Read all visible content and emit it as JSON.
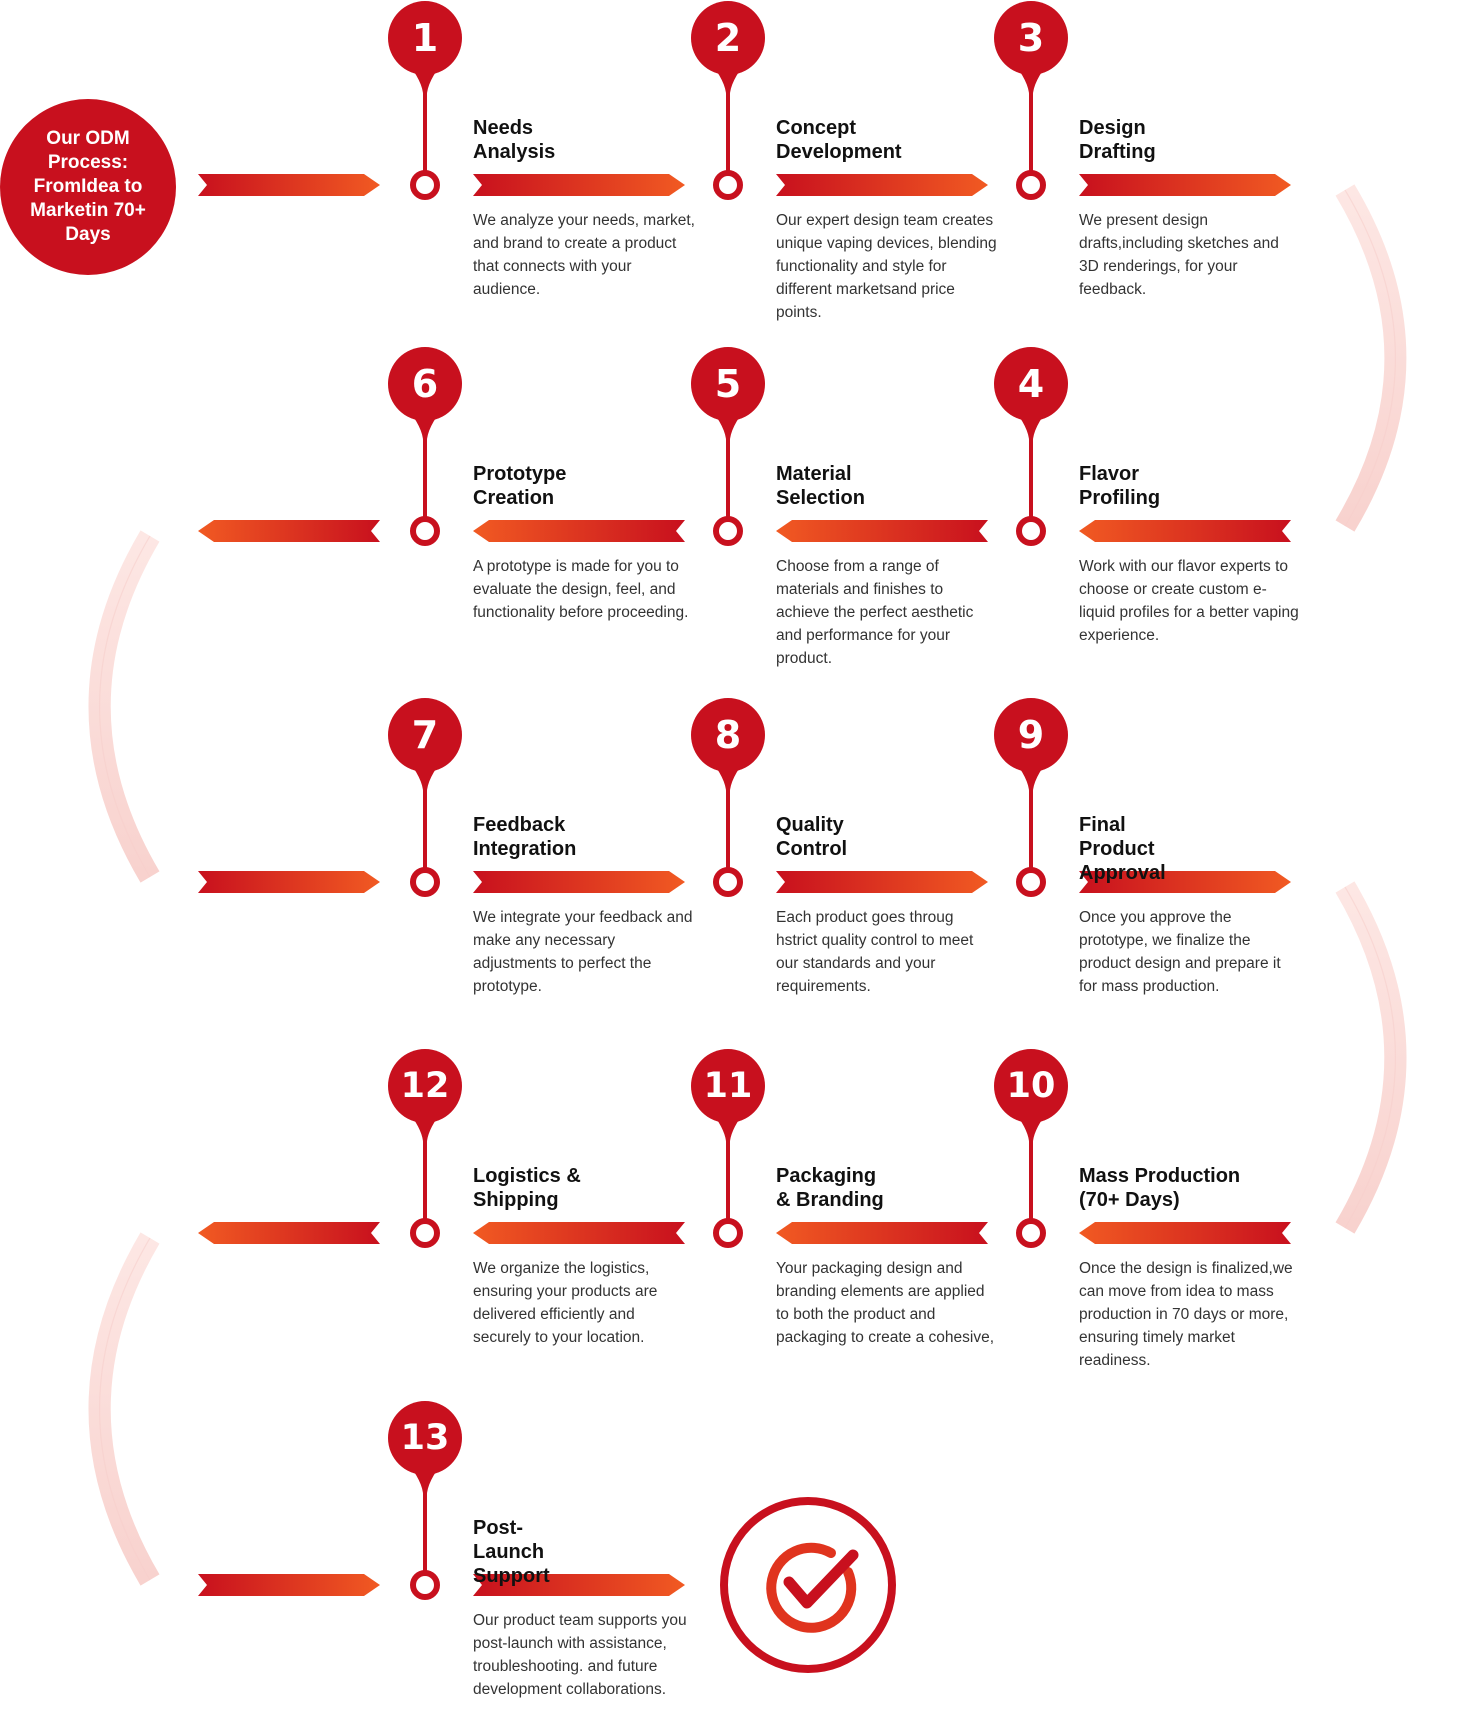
{
  "intro": {
    "text": "Our ODM Process: FromIdea to Marketin 70+ Days"
  },
  "steps": [
    {
      "num": "1",
      "title": "Needs Analysis",
      "desc": "We analyze your needs, market, and brand to create a product that connects with your audience."
    },
    {
      "num": "2",
      "title": "Concept Development",
      "desc": "Our expert design team creates unique vaping devices, blending functionality and style for different marketsand price points."
    },
    {
      "num": "3",
      "title": "Design Drafting",
      "desc": "We present design drafts,including sketches and 3D renderings, for your feedback."
    },
    {
      "num": "4",
      "title": "Flavor Profiling",
      "desc": "Work with our flavor experts to choose or create custom e-liquid profiles for a better vaping experience."
    },
    {
      "num": "5",
      "title": "Material Selection",
      "desc": "Choose from a range of materials and finishes to achieve the perfect aesthetic and performance for your product."
    },
    {
      "num": "6",
      "title": "Prototype Creation",
      "desc": "A prototype is made for you to evaluate the design, feel, and functionality before proceeding."
    },
    {
      "num": "7",
      "title": "Feedback Integration",
      "desc": "We integrate your feedback and make any necessary adjustments to perfect the prototype."
    },
    {
      "num": "8",
      "title": "Quality Control",
      "desc": "Each product goes throug hstrict quality control to meet our standards and your requirements."
    },
    {
      "num": "9",
      "title": "Final Product Approval",
      "desc": "Once you approve the prototype, we finalize the product design and prepare it for mass production."
    },
    {
      "num": "10",
      "title": "Mass Production (70+ Days)",
      "desc": "Once the design is finalized,we can move from idea to mass production in 70 days or more, ensuring timely market readiness."
    },
    {
      "num": "11",
      "title": "Packaging & Branding",
      "desc": "Your packaging design and branding elements are applied to both the product and packaging to create a cohesive,"
    },
    {
      "num": "12",
      "title": "Logistics & Shipping",
      "desc": "We organize the logistics, ensuring your products are delivered efficiently and securely to your location."
    },
    {
      "num": "13",
      "title": "Post-Launch Support",
      "desc": "Our product team supports you post-launch with assistance, troubleshooting. and future development collaborations."
    }
  ],
  "end": {
    "icon": "check-circle-icon"
  },
  "colors": {
    "primary": "#c8101e",
    "accent": "#f05a22",
    "connector": "#fbe3e1"
  }
}
